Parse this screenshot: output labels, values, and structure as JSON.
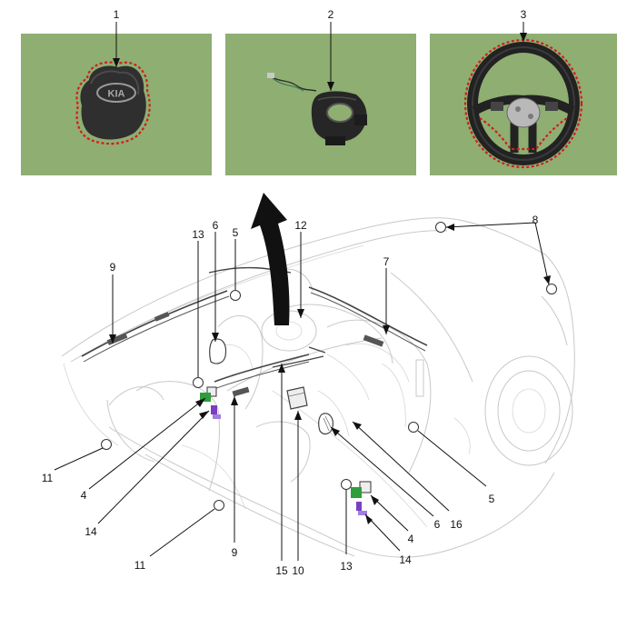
{
  "callouts": {
    "c1": "1",
    "c2": "2",
    "c3": "3",
    "c4a": "4",
    "c4b": "4",
    "c5a": "5",
    "c5b": "5",
    "c6a": "6",
    "c6b": "6",
    "c7": "7",
    "c8": "8",
    "c9a": "9",
    "c9b": "9",
    "c10": "10",
    "c11a": "11",
    "c11b": "11",
    "c12": "12",
    "c13a": "13",
    "c13b": "13",
    "c14a": "14",
    "c14b": "14",
    "c15": "15",
    "c16": "16"
  },
  "photos": [
    {
      "name": "driver-airbag-module",
      "emblem": "KIA"
    },
    {
      "name": "clock-spring"
    },
    {
      "name": "steering-wheel"
    }
  ],
  "colors": {
    "panel_background": "#8fae72",
    "highlight_outline": "#d21e1e",
    "arrow": "#111111",
    "sensor_green": "#2e9e3a",
    "sensor_purple": "#7a3fc0"
  }
}
